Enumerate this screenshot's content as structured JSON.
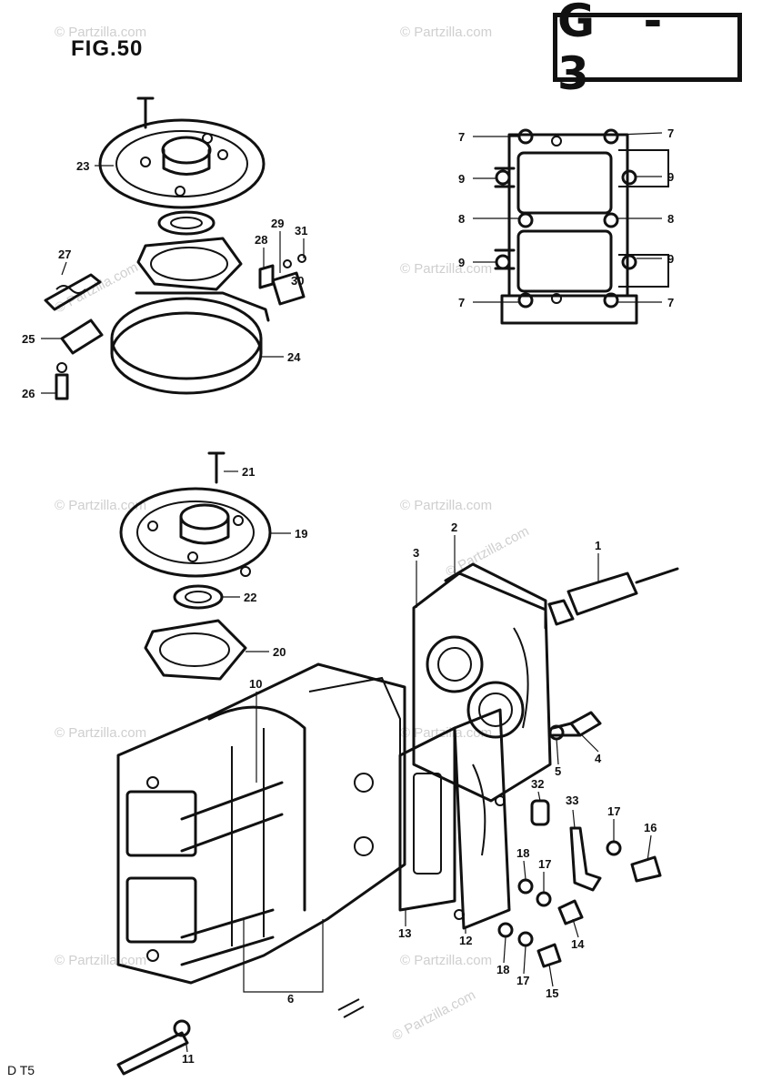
{
  "figure": {
    "label": "FIG.50",
    "section": "G - 3",
    "footer": "D T5"
  },
  "watermark": "© Partzilla.com",
  "callouts": [
    "1",
    "2",
    "3",
    "4",
    "5",
    "6",
    "7",
    "8",
    "9",
    "10",
    "11",
    "12",
    "13",
    "14",
    "15",
    "16",
    "17",
    "18",
    "19",
    "20",
    "21",
    "22",
    "23",
    "24",
    "25",
    "26",
    "27",
    "28",
    "29",
    "30",
    "31",
    "32",
    "33"
  ]
}
